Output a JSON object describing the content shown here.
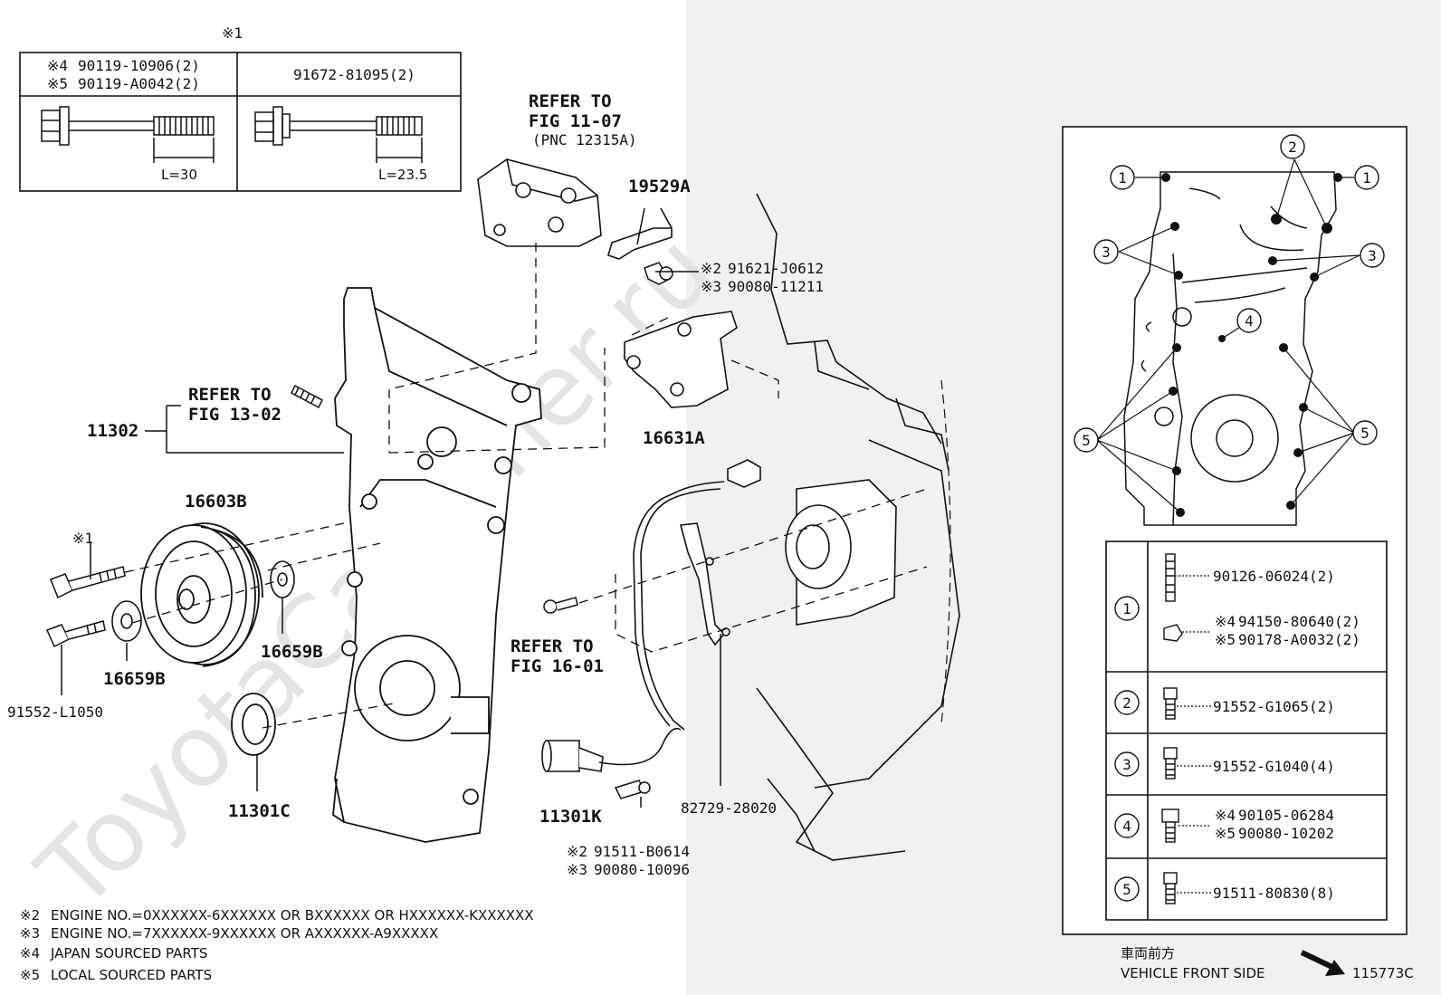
{
  "marks": {
    "m1": "※1",
    "m2": "※2",
    "m3": "※3",
    "m4": "※4",
    "m5": "※5"
  },
  "watermark": "ToyotaCarMiner.ru",
  "bolt_table": {
    "left_line1": "90119-10906(2)",
    "left_line2": "90119-A0042(2)",
    "left_length": "L=30",
    "right_part": "91672-81095(2)",
    "right_length": "L=23.5"
  },
  "refs": {
    "fig_11_07_a": "REFER TO",
    "fig_11_07_b": "FIG 11-07",
    "fig_11_07_c": "(PNC 12315A)",
    "fig_13_02_a": "REFER TO",
    "fig_13_02_b": "FIG 13-02",
    "fig_16_01_a": "REFER TO",
    "fig_16_01_b": "FIG 16-01"
  },
  "parts": {
    "p19529a": "19529A",
    "p91621": "91621-J0612",
    "p90080_11211": "90080-11211",
    "p11302": "11302",
    "p16631a": "16631A",
    "p16603b": "16603B",
    "p16659b_a": "16659B",
    "p16659b_b": "16659B",
    "p91552_l1050": "91552-L1050",
    "p11301c": "11301C",
    "p11301k": "11301K",
    "p91511_b0614": "91511-B0614",
    "p90080_10096": "90080-10096",
    "p82729": "82729-28020"
  },
  "legend_rows": [
    {
      "num": "1",
      "a": "90126-06024(2)",
      "b": "94150-80640(2)",
      "c": "90178-A0032(2)"
    },
    {
      "num": "2",
      "a": "91552-G1065(2)"
    },
    {
      "num": "3",
      "a": "91552-G1040(4)"
    },
    {
      "num": "4",
      "a": "90105-06284",
      "b": "90080-10202"
    },
    {
      "num": "5",
      "a": "91511-80830(8)"
    }
  ],
  "callouts": {
    "c1": "1",
    "c2": "2",
    "c3": "3",
    "c4": "4",
    "c5": "5"
  },
  "notes": {
    "n2": "ENGINE NO.=0XXXXXX-6XXXXXX OR BXXXXXX OR HXXXXXX-KXXXXXX",
    "n3": "ENGINE NO.=7XXXXXX-9XXXXXX OR AXXXXXX-A9XXXXX",
    "n4": "JAPAN SOURCED PARTS",
    "n5": "LOCAL SOURCED PARTS"
  },
  "front": {
    "jp": "車両前方",
    "en": "VEHICLE FRONT SIDE"
  },
  "figure_id": "115773C"
}
